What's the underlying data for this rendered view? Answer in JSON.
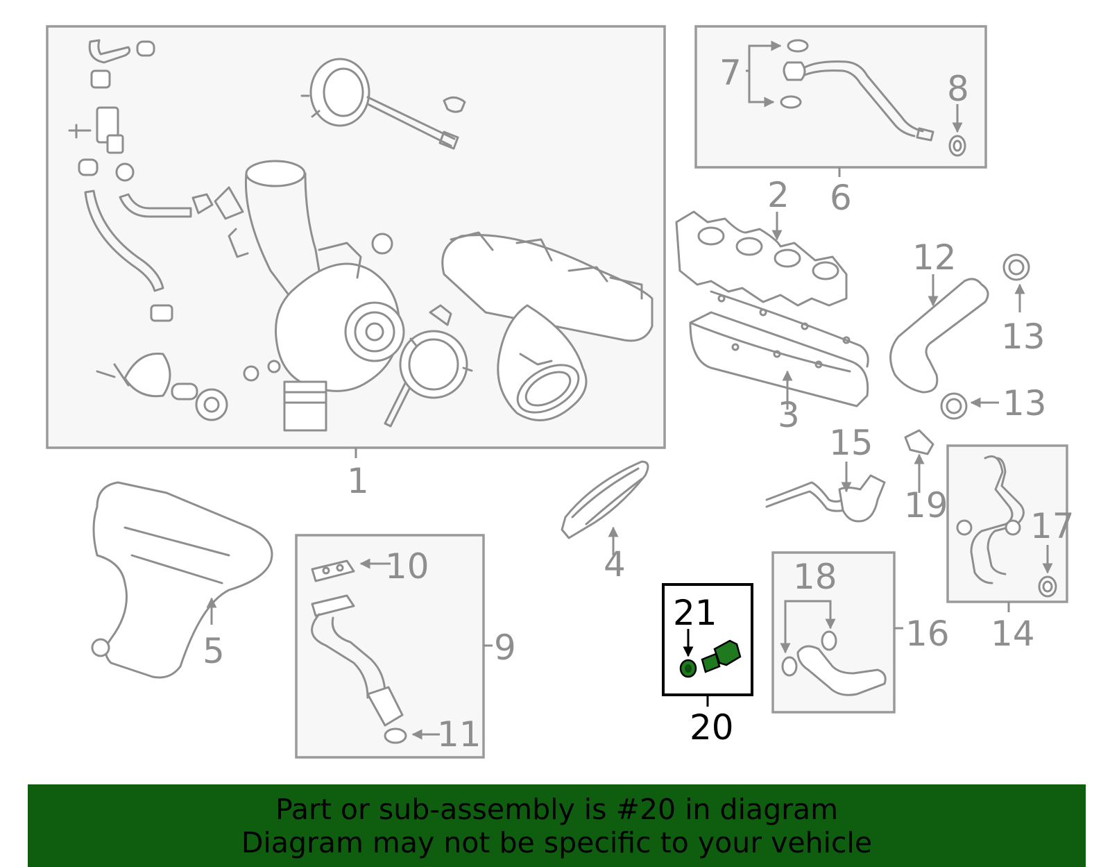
{
  "callouts": {
    "c1": "1",
    "c2": "2",
    "c3": "3",
    "c4": "4",
    "c5": "5",
    "c6": "6",
    "c7": "7",
    "c8": "8",
    "c9": "9",
    "c10": "10",
    "c11": "11",
    "c12": "12",
    "c13a": "13",
    "c13b": "13",
    "c14": "14",
    "c15": "15",
    "c16": "16",
    "c17": "17",
    "c18": "18",
    "c19": "19",
    "c20": "20",
    "c21": "21"
  },
  "highlight": {
    "part_number": "20",
    "color": "#1f7a1f"
  },
  "banner": {
    "line1": "Part or sub-assembly is #20 in diagram",
    "line2": "Diagram may not be specific to your vehicle",
    "background": "#0f5e0f"
  }
}
